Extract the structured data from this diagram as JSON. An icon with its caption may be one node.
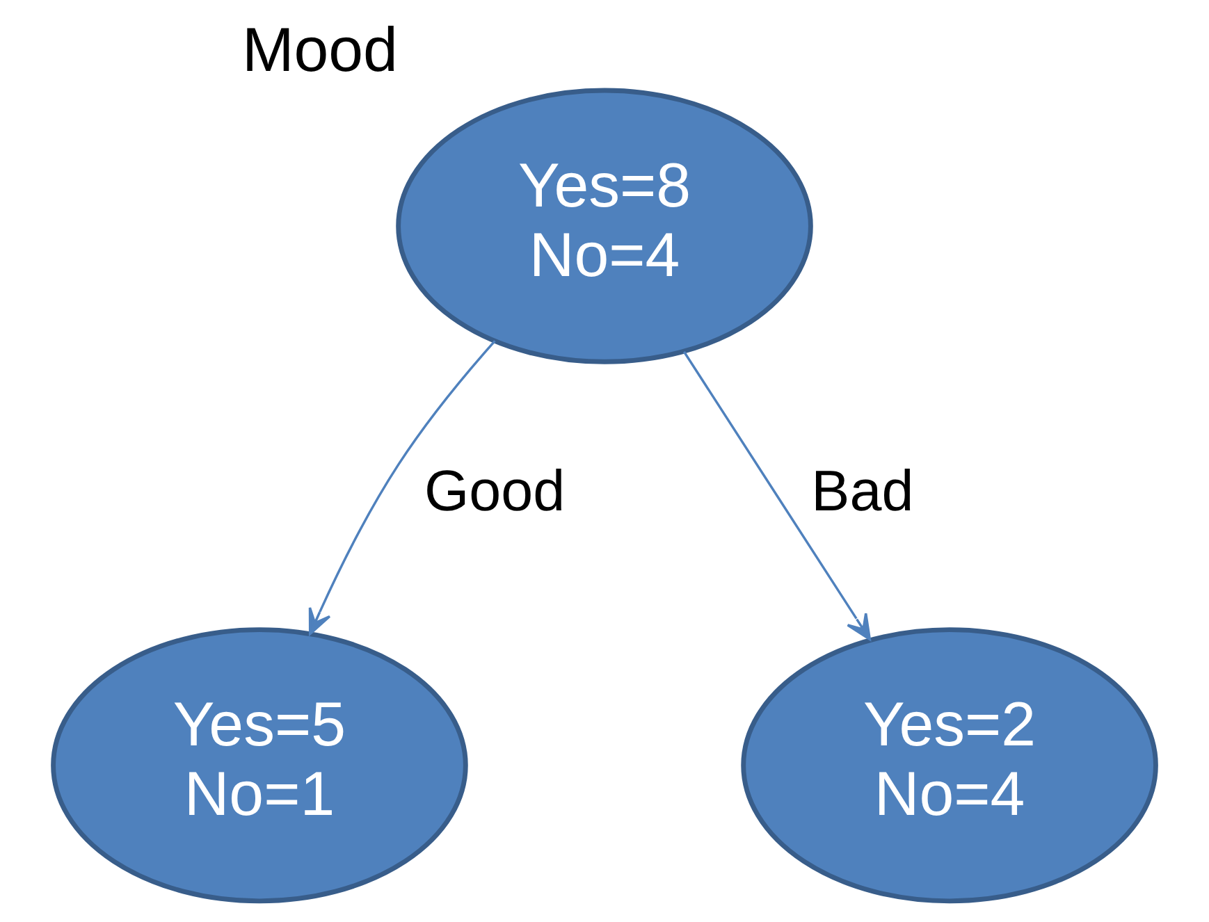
{
  "diagram": {
    "nodes": [
      {
        "text": [
          "Mood",
          "Yes=8 No=4"
        ]
      },
      {
        "text": [
          "Yes=5 No=1"
        ]
      },
      {
        "text": [
          "Yes=2 No=4"
        ]
      }
    ],
    "edges": [
      {
        "from": 0,
        "to": 1,
        "arrow": "to",
        "label": "Good"
      },
      {
        "from": 0,
        "to": 2,
        "arrow": "to",
        "label": "Bad"
      }
    ]
  }
}
